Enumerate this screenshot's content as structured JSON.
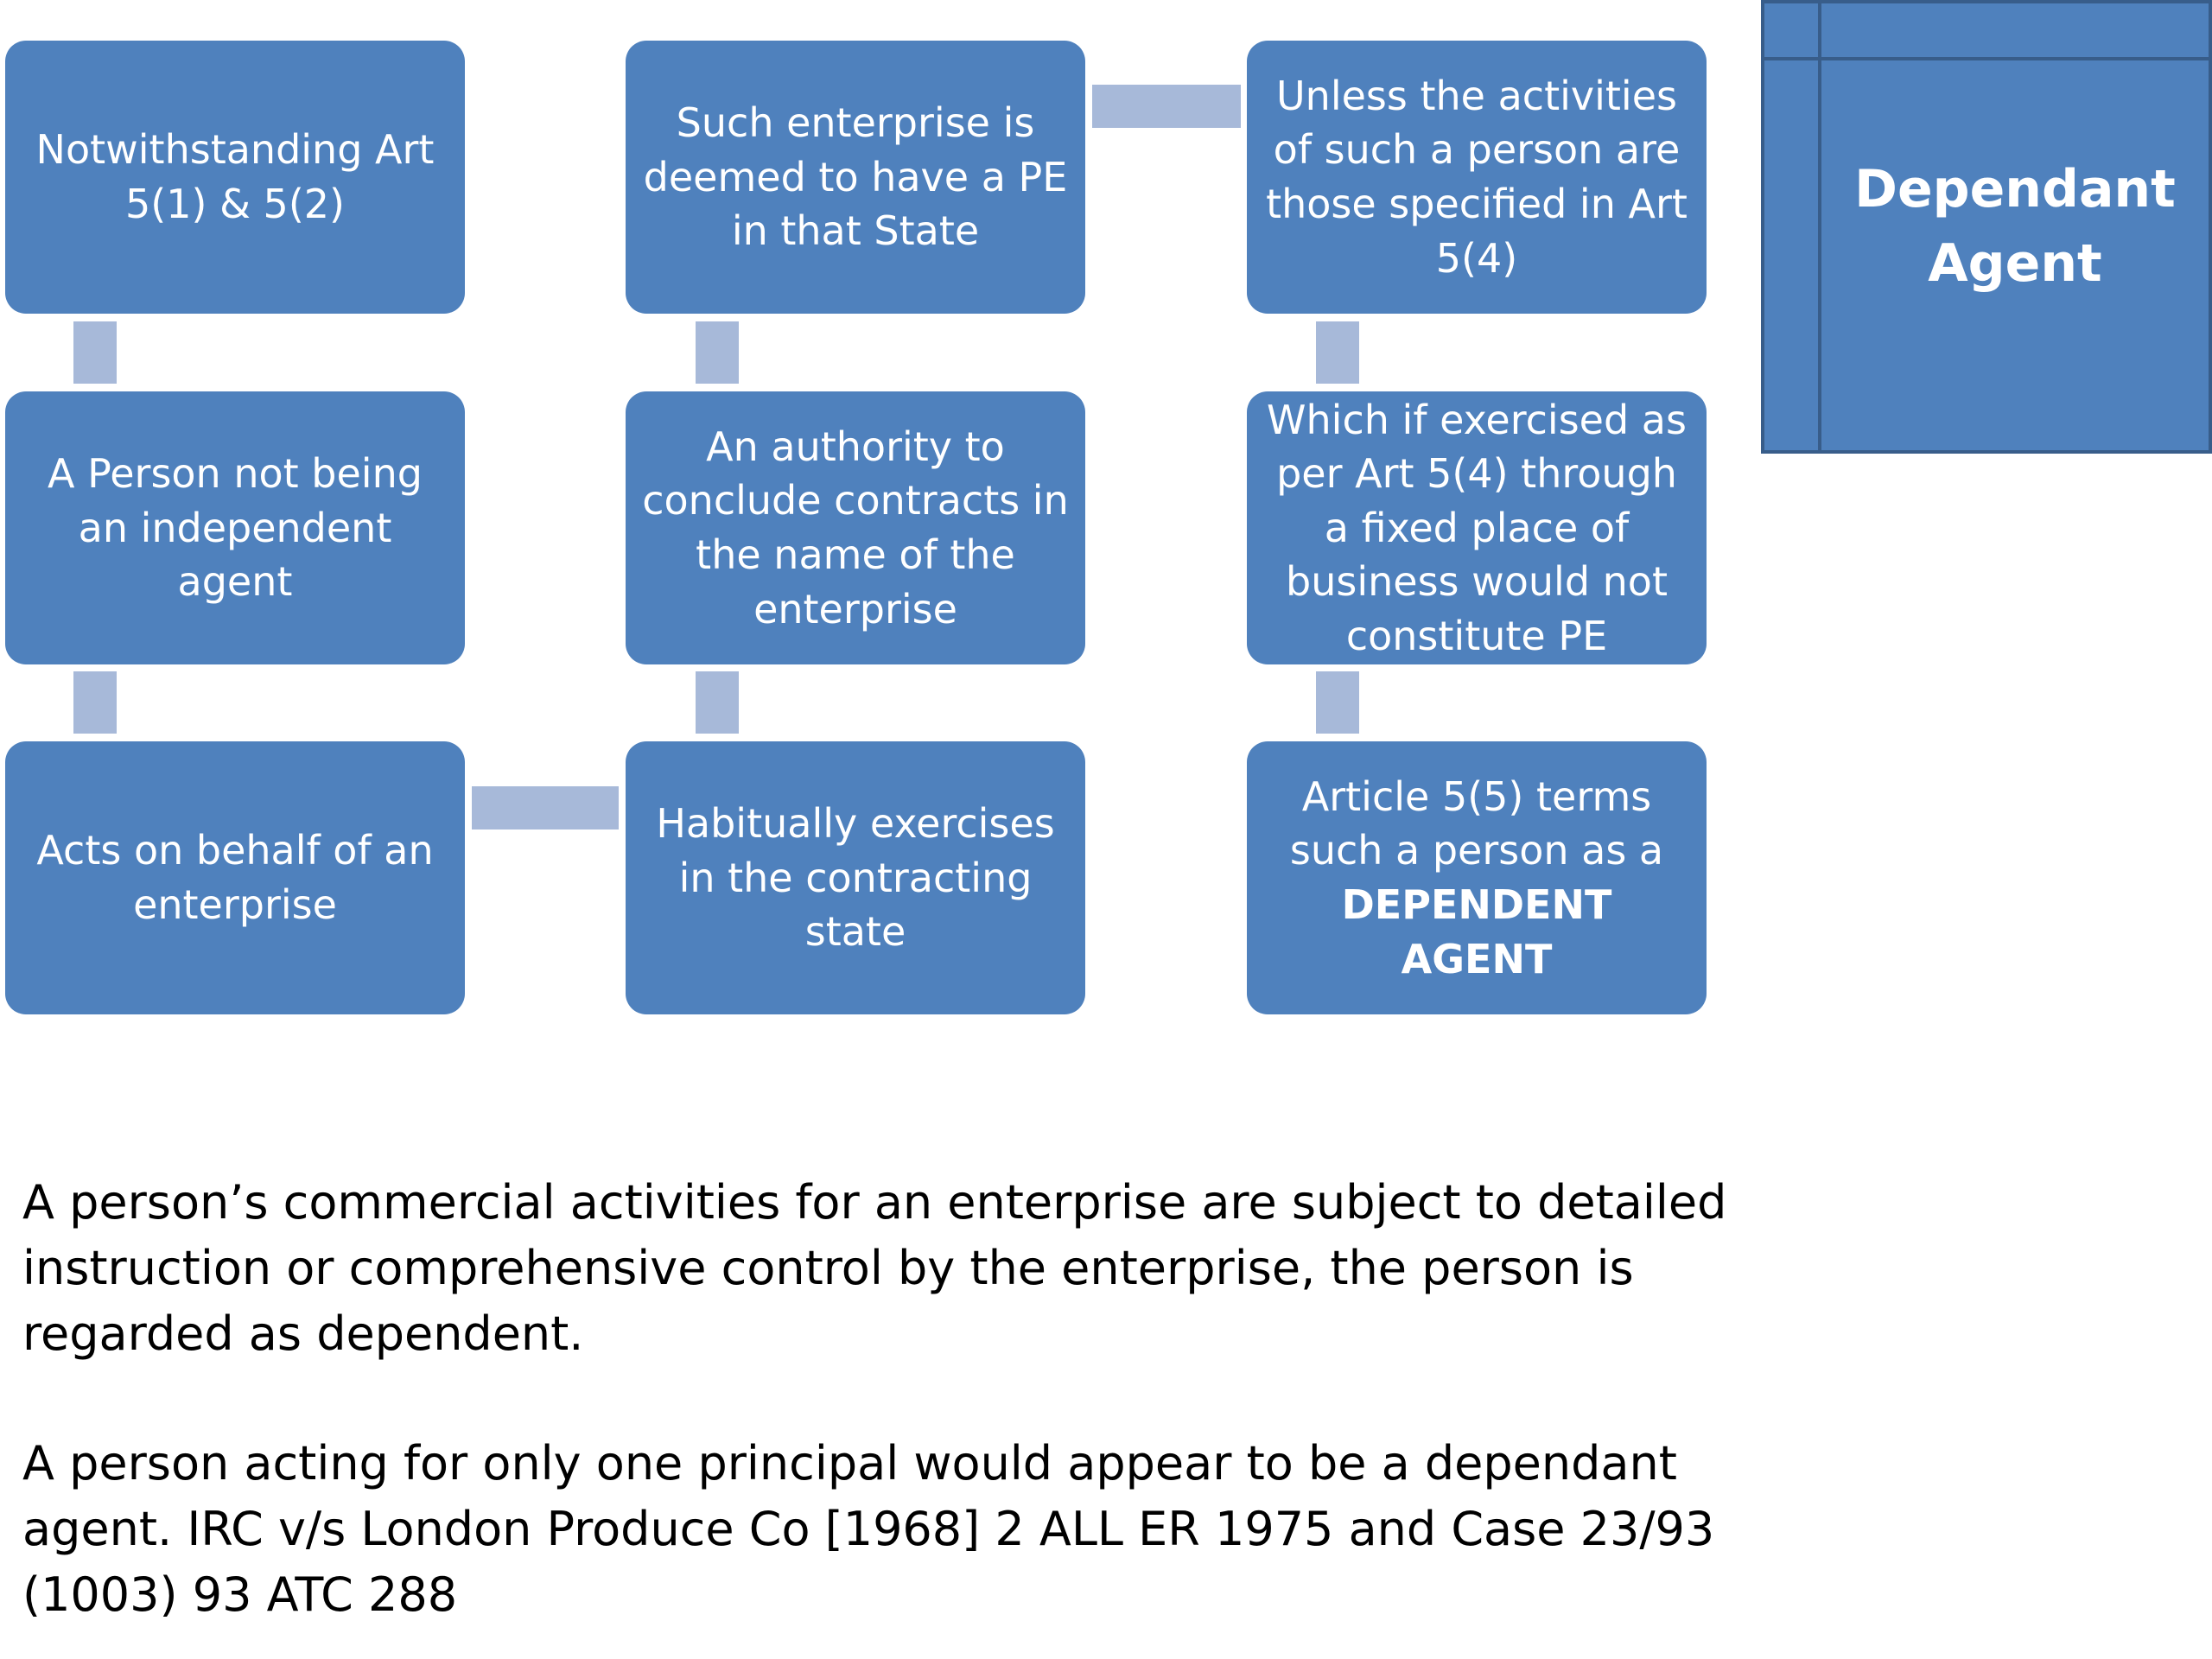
{
  "title": {
    "line1": "Dependant",
    "line2": "Agent"
  },
  "boxes": {
    "b1": "Notwithstanding Art 5(1) & 5(2)",
    "b2": "A Person not being an independent agent",
    "b3": "Acts on behalf of an enterprise",
    "b4": "Habitually exercises in the contracting state",
    "b5": "An authority to conclude contracts in the name of the enterprise",
    "b6": "Such enterprise is deemed to have a PE in that State",
    "b7": "Unless the activities of such a person are those specified in Art 5(4)",
    "b8": "Which if exercised as per Art 5(4) through a fixed place of business would not constitute PE",
    "b9_prefix": "Article 5(5)  terms such a person as a",
    "b9_emphasis": "DEPENDENT AGENT"
  },
  "notes": {
    "para1": "A person’s commercial activities for an enterprise are subject to detailed instruction or comprehensive control by the enterprise, the person is regarded as dependent.",
    "para2": "A person acting for only one principal would appear to be a dependant agent. IRC v/s London Produce Co [1968] 2 ALL ER 1975 and Case 23/93 (1003) 93 ATC 288"
  },
  "colors": {
    "box": "#4f81bd",
    "connector": "#a7b9d9",
    "border": "#385d8a"
  }
}
